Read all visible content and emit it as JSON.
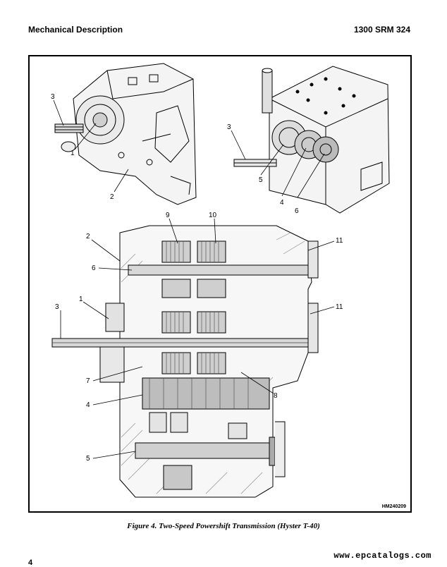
{
  "header": {
    "left": "Mechanical Description",
    "right": "1300 SRM 324"
  },
  "figure": {
    "code": "HM240209",
    "caption": "Figure 4. Two-Speed Powershift Transmission (Hyster T-40)",
    "callouts": {
      "top_left": [
        "3",
        "1",
        "2"
      ],
      "top_right": [
        "3",
        "5",
        "4",
        "6"
      ],
      "section": [
        "9",
        "10",
        "2",
        "11",
        "6",
        "1",
        "3",
        "11",
        "7",
        "8",
        "4",
        "5"
      ]
    }
  },
  "watermark": "www.epcatalogs.com",
  "page_number": "4"
}
